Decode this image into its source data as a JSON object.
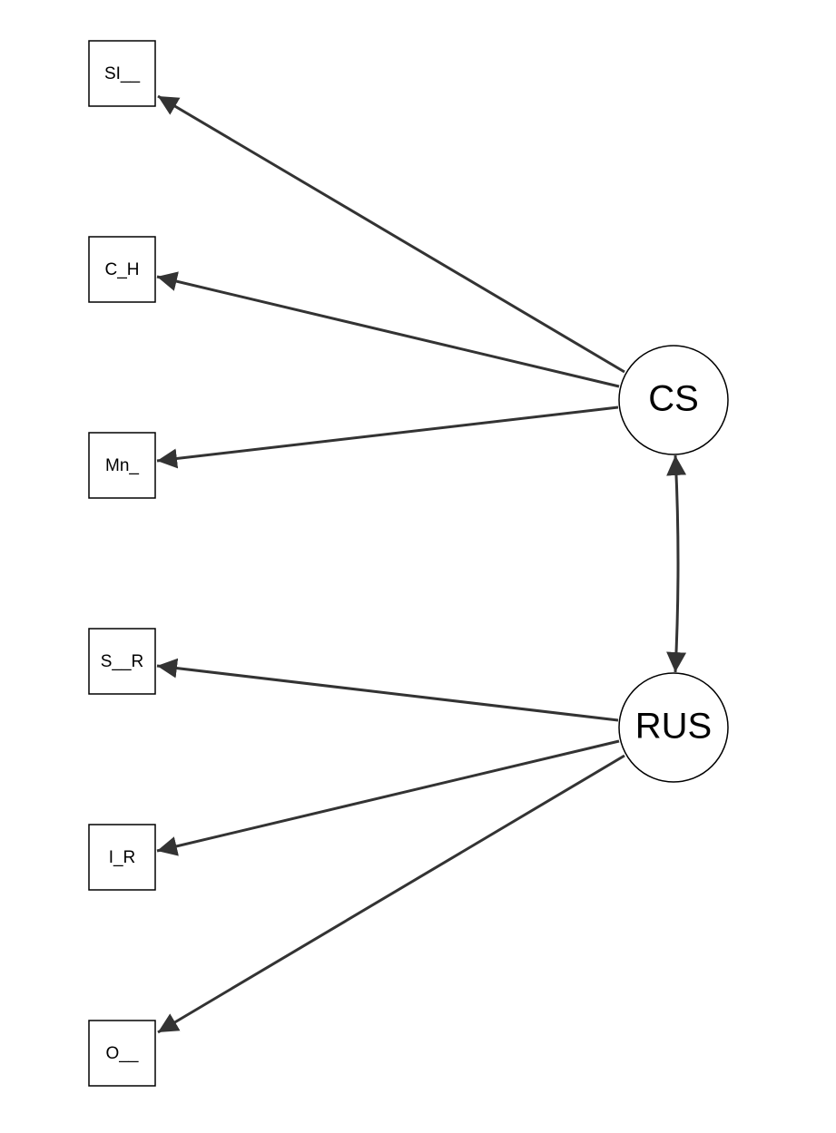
{
  "diagram": {
    "type": "path-diagram",
    "line_color": "#333333",
    "latents": [
      {
        "id": "CS",
        "label": "CS"
      },
      {
        "id": "RUS",
        "label": "RUS"
      }
    ],
    "indicators": [
      {
        "id": "SI",
        "label": "SI__"
      },
      {
        "id": "CH",
        "label": "C_H"
      },
      {
        "id": "Mn",
        "label": "Mn_"
      },
      {
        "id": "SR",
        "label": "S__R"
      },
      {
        "id": "IR",
        "label": "I_R"
      },
      {
        "id": "O",
        "label": "O__"
      }
    ],
    "edges": [
      {
        "from": "CS",
        "to": "SI",
        "type": "directed"
      },
      {
        "from": "CS",
        "to": "CH",
        "type": "directed"
      },
      {
        "from": "CS",
        "to": "Mn",
        "type": "directed"
      },
      {
        "from": "RUS",
        "to": "SR",
        "type": "directed"
      },
      {
        "from": "RUS",
        "to": "IR",
        "type": "directed"
      },
      {
        "from": "RUS",
        "to": "O",
        "type": "directed"
      },
      {
        "from": "CS",
        "to": "RUS",
        "type": "bidirected"
      }
    ]
  }
}
